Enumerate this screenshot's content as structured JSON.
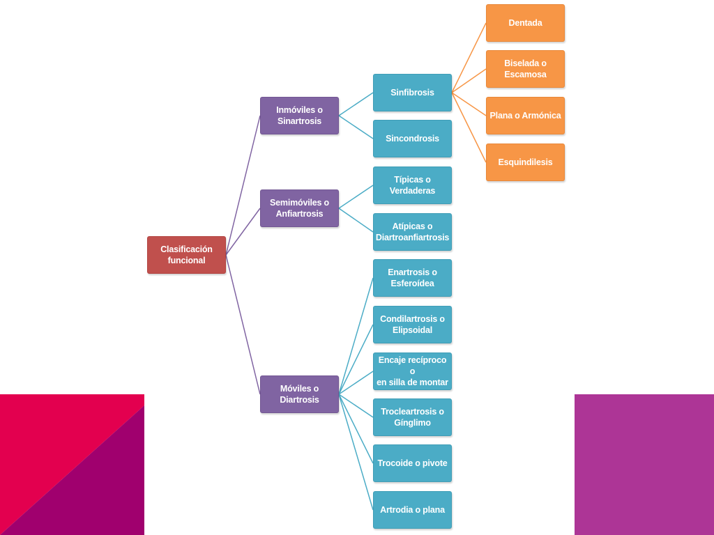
{
  "colors": {
    "root": "#c0504d",
    "level1": "#8064a2",
    "level2": "#4bacc6",
    "level3": "#f79646",
    "edge_level1": "#8064a2",
    "edge_level2": "#4bacc6",
    "edge_level3": "#f79646",
    "decor_left_top": "#e3004f",
    "decor_left_bottom": "#a0006e",
    "decor_right": "#ad3596"
  },
  "tree": {
    "root": {
      "id": "root",
      "label": "Clasificación\nfuncional"
    },
    "level1": [
      {
        "id": "inmoviles",
        "label": "Inmóviles o\nSinartrosis"
      },
      {
        "id": "semimoviles",
        "label": "Semimóviles o\nAnfiartrosis"
      },
      {
        "id": "moviles",
        "label": "Móviles o\nDiartrosis"
      }
    ],
    "level2": [
      {
        "id": "sinfibrosis",
        "parent": "inmoviles",
        "label": "Sinfibrosis"
      },
      {
        "id": "sincondrosis",
        "parent": "inmoviles",
        "label": "Sincondrosis"
      },
      {
        "id": "tipicas",
        "parent": "semimoviles",
        "label": "Típicas o\nVerdaderas"
      },
      {
        "id": "atipicas",
        "parent": "semimoviles",
        "label": "Atípicas o\nDiartroanfiartrosis"
      },
      {
        "id": "enartrosis",
        "parent": "moviles",
        "label": "Enartrosis o\nEsferoídea"
      },
      {
        "id": "condilartrosis",
        "parent": "moviles",
        "label": "Condilartrosis o\nElipsoidal"
      },
      {
        "id": "encaje",
        "parent": "moviles",
        "label": "Encaje recíproco o\nen silla de montar"
      },
      {
        "id": "trocleartrosis",
        "parent": "moviles",
        "label": "Trocleartrosis o\nGínglimo"
      },
      {
        "id": "trocoide",
        "parent": "moviles",
        "label": "Trocoide o pivote"
      },
      {
        "id": "artrodia",
        "parent": "moviles",
        "label": "Artrodia o plana"
      }
    ],
    "level3": [
      {
        "id": "dentada",
        "parent": "sinfibrosis",
        "label": "Dentada"
      },
      {
        "id": "biselada",
        "parent": "sinfibrosis",
        "label": "Biselada  o\nEscamosa"
      },
      {
        "id": "plana",
        "parent": "sinfibrosis",
        "label": "Plana o Armónica"
      },
      {
        "id": "esquindilesis",
        "parent": "sinfibrosis",
        "label": "Esquindilesis"
      }
    ]
  }
}
